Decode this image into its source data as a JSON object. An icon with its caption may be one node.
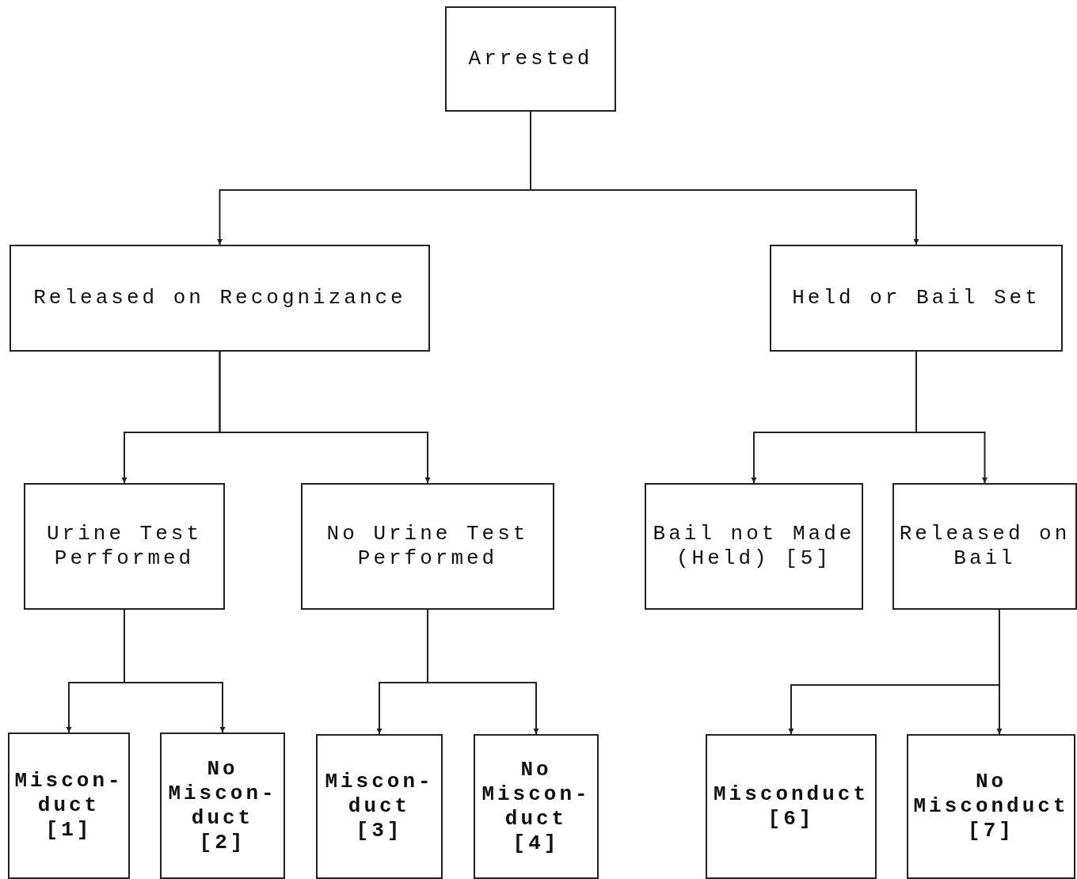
{
  "diagram": {
    "nodes": [
      {
        "text": [
          "Arrested"
        ]
      },
      {
        "text": [
          "Released on Recognizance"
        ]
      },
      {
        "text": [
          "Held or Bail Set"
        ]
      },
      {
        "text": [
          "Urine Test Performed"
        ]
      },
      {
        "text": [
          "No Urine Test Performed"
        ]
      },
      {
        "text": [
          "Bail not Made (Held) [5]"
        ]
      },
      {
        "text": [
          "Released on Bail"
        ]
      },
      {
        "text": [
          "Miscon- duct [1]"
        ]
      },
      {
        "text": [
          "No Miscon- duct [2]"
        ]
      },
      {
        "text": [
          "Miscon- duct [3]"
        ]
      },
      {
        "text": [
          "No Miscon- duct [4]"
        ]
      },
      {
        "text": [
          "Misconduct [6]"
        ]
      },
      {
        "text": [
          "No Misconduct [7]"
        ]
      }
    ],
    "edges": [
      {
        "from": 0,
        "to": 1,
        "arrow": "to"
      },
      {
        "from": 0,
        "to": 2,
        "arrow": "to"
      },
      {
        "from": 1,
        "to": 3,
        "arrow": "to"
      },
      {
        "from": 1,
        "to": 4,
        "arrow": "to"
      },
      {
        "from": 2,
        "to": 5,
        "arrow": "to"
      },
      {
        "from": 2,
        "to": 6,
        "arrow": "to"
      },
      {
        "from": 3,
        "to": 7,
        "arrow": "to"
      },
      {
        "from": 3,
        "to": 8,
        "arrow": "to"
      },
      {
        "from": 4,
        "to": 9,
        "arrow": "to"
      },
      {
        "from": 4,
        "to": 10,
        "arrow": "to"
      },
      {
        "from": 6,
        "to": 11,
        "arrow": "to"
      },
      {
        "from": 6,
        "to": 12,
        "arrow": "to"
      }
    ]
  }
}
